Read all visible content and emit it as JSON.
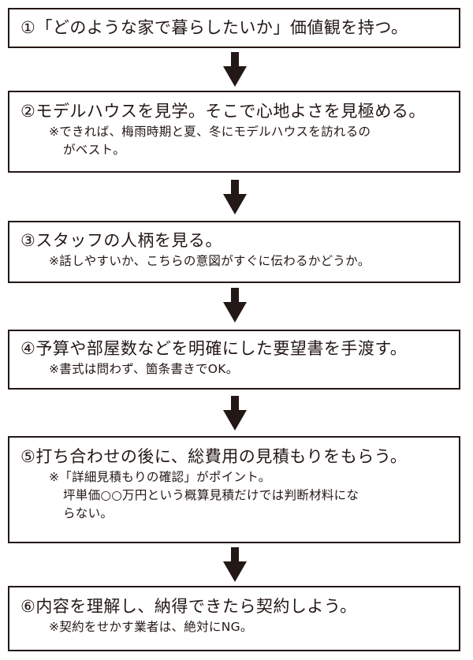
{
  "flow": {
    "steps": [
      {
        "title": "①「どのような家で暮らしたいか」価値観を持つ。",
        "notes": []
      },
      {
        "title": "②モデルハウスを見学。そこで心地よさを見極める。",
        "notes": [
          "※できれば、梅雨時期と夏、冬にモデルハウスを訪れるの",
          "がベスト。"
        ]
      },
      {
        "title": "③スタッフの人柄を見る。",
        "notes": [
          "※話しやすいか、こちらの意図がすぐに伝わるかどうか。"
        ]
      },
      {
        "title": "④予算や部屋数などを明確にした要望書を手渡す。",
        "notes": [
          "※書式は問わず、箇条書きでOK。"
        ]
      },
      {
        "title": "⑤打ち合わせの後に、総費用の見積もりをもらう。",
        "notes": [
          "※「詳細見積もりの確認」がポイント。",
          "坪単価○○万円という概算見積だけでは判断材料にな",
          "らない。"
        ]
      },
      {
        "title": "⑥内容を理解し、納得できたら契約しよう。",
        "notes": [
          "※契約をせかす業者は、絶対にNG。"
        ]
      }
    ],
    "connector_icon": "down-arrow-icon",
    "colors": {
      "ink": "#231815",
      "background": "#ffffff"
    }
  }
}
